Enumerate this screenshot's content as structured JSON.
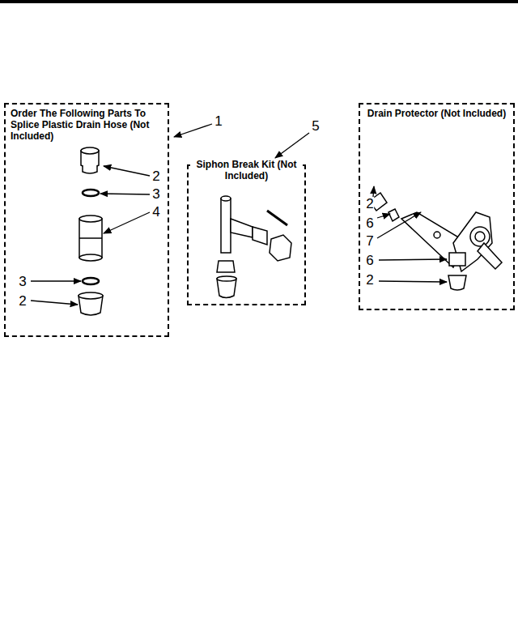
{
  "diagram": {
    "nodes": [
      {
        "text": [
          "Order The Following Parts To Splice Plastic Drain Hose (Not Included)"
        ]
      },
      {
        "text": [
          "Siphon Break Kit (Not Included)"
        ]
      },
      {
        "text": [
          "Drain Protector (Not Included)"
        ]
      }
    ],
    "labels": [
      "1",
      "2",
      "3",
      "4",
      "3",
      "2",
      "5",
      "2",
      "6",
      "7",
      "6",
      "2"
    ]
  }
}
